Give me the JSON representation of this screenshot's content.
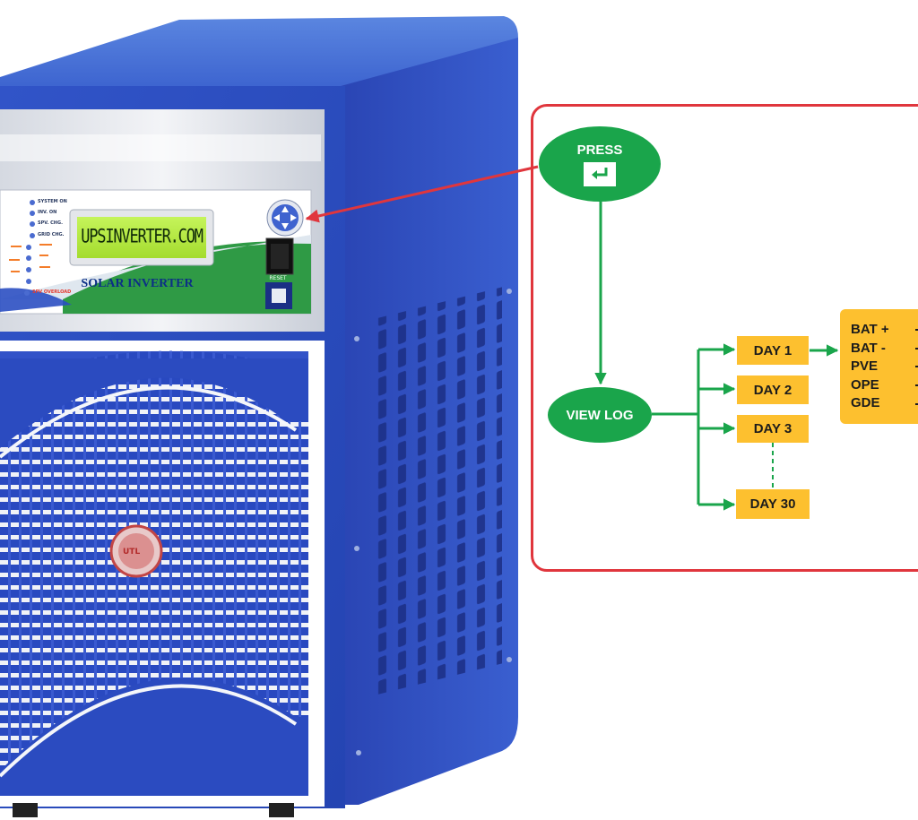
{
  "product": {
    "lcd_text": "UPSINVERTER.COM",
    "label": "SOLAR INVERTER",
    "reset_label": "RESET",
    "indicators": [
      "SYSTEM ON",
      "INV. ON",
      "SPV. CHG.",
      "GRID CHG."
    ],
    "status_label": "SPV OVERLOAD",
    "logo": "UTL",
    "colors": {
      "body": "#2d4fc4",
      "lcd": "#b4ec3c",
      "panel_band": "#2f9a45"
    }
  },
  "diagram": {
    "press_label": "PRESS",
    "press_icon": "enter-key-icon",
    "view_log_label": "VIEW LOG",
    "days": [
      "DAY 1",
      "DAY 2",
      "DAY 3",
      "DAY 30"
    ],
    "log_entries": [
      "BAT +",
      "BAT -",
      "PVE",
      "OPE",
      "GDE"
    ],
    "colors": {
      "node": "#1aa54b",
      "box": "#fdc02f",
      "callout_border": "#e0363d",
      "arrow": "#1aa54b"
    }
  }
}
